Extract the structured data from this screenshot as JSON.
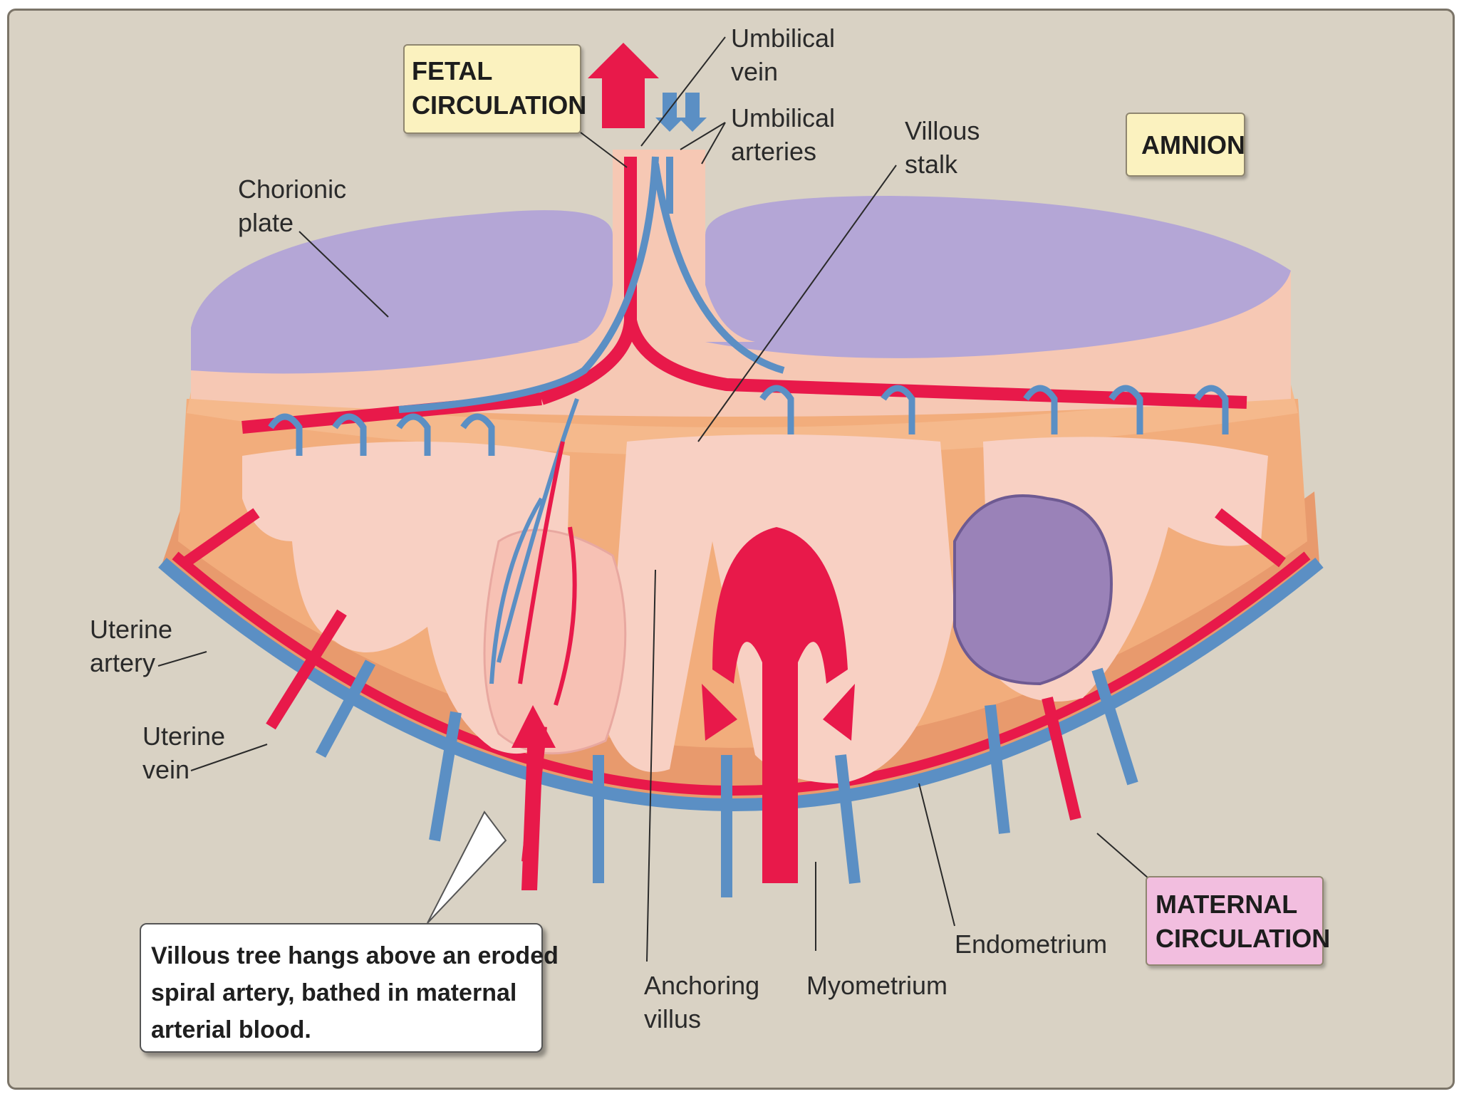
{
  "colors": {
    "background": "#d9d2c4",
    "amnion_purple": "#b4a6d6",
    "placenta_pink": "#f6c8b4",
    "endometrium_orange": "#f0a872",
    "artery_red": "#e8194a",
    "vein_blue": "#5b8fc4",
    "tag_yellow": "#fbf2bf",
    "tag_pink": "#f2bedf"
  },
  "tags": {
    "fetal": [
      "FETAL",
      "CIRCULATION"
    ],
    "amnion": "AMNION",
    "maternal": [
      "MATERNAL",
      "CIRCULATION"
    ]
  },
  "labels": {
    "umbilical_vein": [
      "Umbilical",
      "vein"
    ],
    "umbilical_arteries": [
      "Umbilical",
      "arteries"
    ],
    "villous_stalk": [
      "Villous",
      "stalk"
    ],
    "chorionic_plate": [
      "Chorionic",
      "plate"
    ],
    "uterine_artery": [
      "Uterine",
      "artery"
    ],
    "uterine_vein": [
      "Uterine",
      "vein"
    ],
    "anchoring_villus": [
      "Anchoring",
      "villus"
    ],
    "myometrium": "Myometrium",
    "endometrium": "Endometrium"
  },
  "callout": [
    "Villous tree hangs above an eroded",
    "spiral artery, bathed in maternal",
    "arterial blood."
  ]
}
